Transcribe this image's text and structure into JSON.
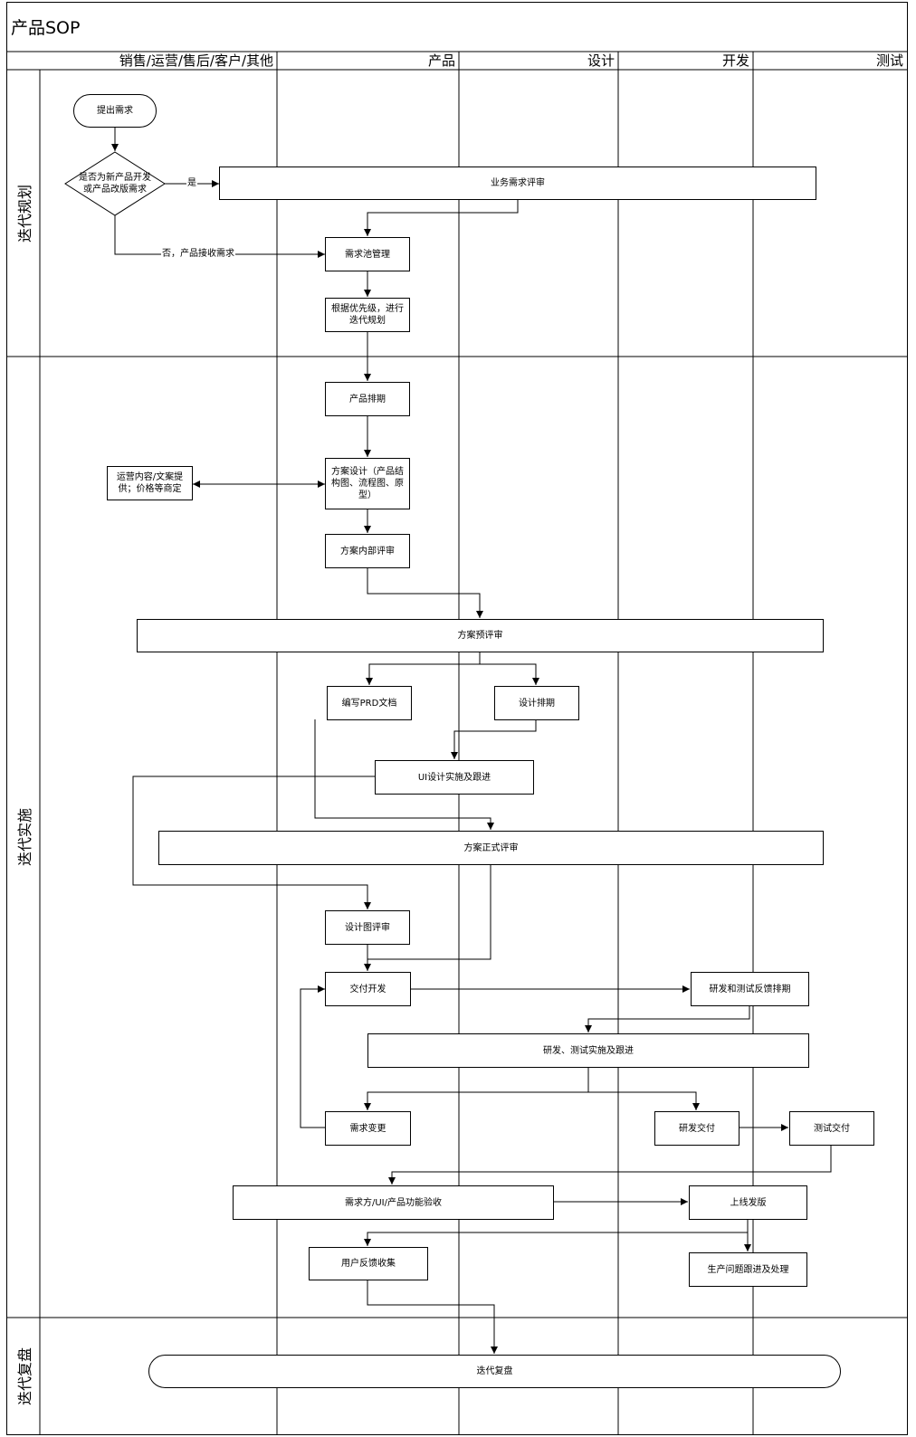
{
  "title": "产品SOP",
  "lanes": [
    "销售/运营/售后/客户/其他",
    "产品",
    "设计",
    "开发",
    "测试"
  ],
  "phases": [
    "迭代规划",
    "迭代实施",
    "迭代复盘"
  ],
  "nodes": {
    "start": "提出需求",
    "decision": "是否为新产品开发或产品改版需求",
    "biz_review": "业务需求评审",
    "pool": "需求池管理",
    "plan": "根据优先级，进行迭代规划",
    "schedule": "产品排期",
    "design_plan": "方案设计（产品结构图、流程图、原型）",
    "ops_content": "运营内容/文案提供；价格等商定",
    "internal_review": "方案内部评审",
    "pre_review": "方案预评审",
    "prd": "编写PRD文档",
    "design_schedule": "设计排期",
    "ui_impl": "UI设计实施及跟进",
    "formal_review": "方案正式评审",
    "design_review": "设计图评审",
    "deliver_dev": "交付开发",
    "rd_schedule": "研发和测试反馈排期",
    "rd_impl": "研发、测试实施及跟进",
    "change": "需求变更",
    "dev_deliver": "研发交付",
    "test_deliver": "测试交付",
    "acceptance": "需求方/UI/产品功能验收",
    "release": "上线发版",
    "feedback": "用户反馈收集",
    "prod_issue": "生产问题跟进及处理",
    "retro": "迭代复盘"
  },
  "labels": {
    "yes": "是",
    "no": "否，产品接收需求"
  }
}
